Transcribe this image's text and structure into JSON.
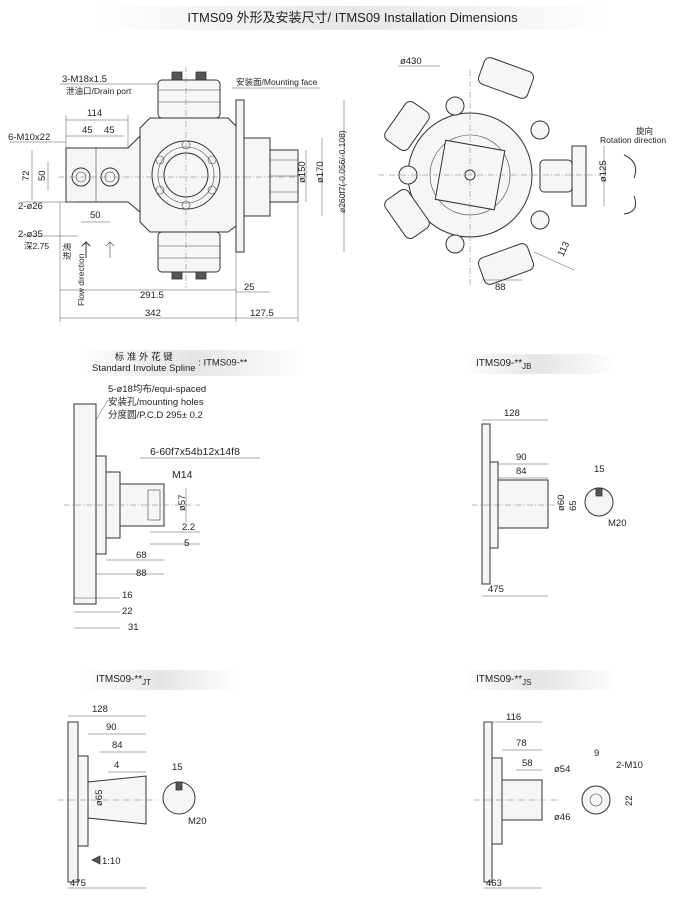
{
  "header": {
    "title": "ITMS09 外形及安装尺寸/ ITMS09 Installation Dimensions"
  },
  "front_view": {
    "drain_port_spec": "3-M18x1.5",
    "drain_port_label": "泄油口/Drain port",
    "mounting_face_label": "安装面/Mounting face",
    "port_thread": "6-M10x22",
    "dim_114": "114",
    "dim_45a": "45",
    "dim_45b": "45",
    "dim_72": "72",
    "dim_50v": "50",
    "dim_50h": "50",
    "port_d26": "2-ø26",
    "port_d35": "2-ø35",
    "depth": "深2.75",
    "flow_cn": "进油",
    "flow_en": "Flow direction",
    "dim_150": "ø150",
    "dim_170": "ø170",
    "dim_260": "ø260f7(-0.056/-0.108)",
    "dim_2915": "291.5",
    "dim_25": "25",
    "dim_342": "342",
    "dim_1275": "127.5"
  },
  "side_view": {
    "dim_430": "ø430",
    "rotation_cn": "旋向",
    "rotation_en": "Rotation direction",
    "dim_125": "ø125",
    "dim_113": "113",
    "dim_88": "88"
  },
  "spline": {
    "title_cn": "标 准 外 花 键",
    "title_en": "Standard Involute Spline",
    "model": "ITMS09-**",
    "holes": "5-ø18均布/equi-spaced",
    "mounting": "安装孔/mounting holes",
    "pcd": "分度圆/P.C.D 295± 0.2",
    "spline_spec": "6-60f7x54b12x14f8",
    "thread": "M14",
    "dim_57": "ø57",
    "dim_22": "2.2",
    "dim_5": "5",
    "dim_68": "68",
    "dim_88": "88",
    "dim_16": "16",
    "dim_22b": "22",
    "dim_31": "31"
  },
  "jb": {
    "model": "ITMS09-**",
    "suffix": "JB",
    "dim_128": "128",
    "dim_90": "90",
    "dim_84": "84",
    "dim_15": "15",
    "dim_60": "ø60",
    "dim_65": "65",
    "thread": "M20",
    "dim_475": "475"
  },
  "jt": {
    "model": "ITMS09-**",
    "suffix": "JT",
    "dim_128": "128",
    "dim_90": "90",
    "dim_84": "84",
    "dim_4": "4",
    "dim_15": "15",
    "dim_dia": "ø65",
    "thread": "M20",
    "taper": "1:10",
    "dim_475": "475"
  },
  "js": {
    "model": "ITMS09-**",
    "suffix": "JS",
    "dim_116": "116",
    "dim_78": "78",
    "dim_58": "58",
    "dim_9": "9",
    "thread": "2-M10",
    "dim_54": "ø54",
    "dim_22": "22",
    "dim_46": "ø46",
    "dim_463": "463"
  }
}
